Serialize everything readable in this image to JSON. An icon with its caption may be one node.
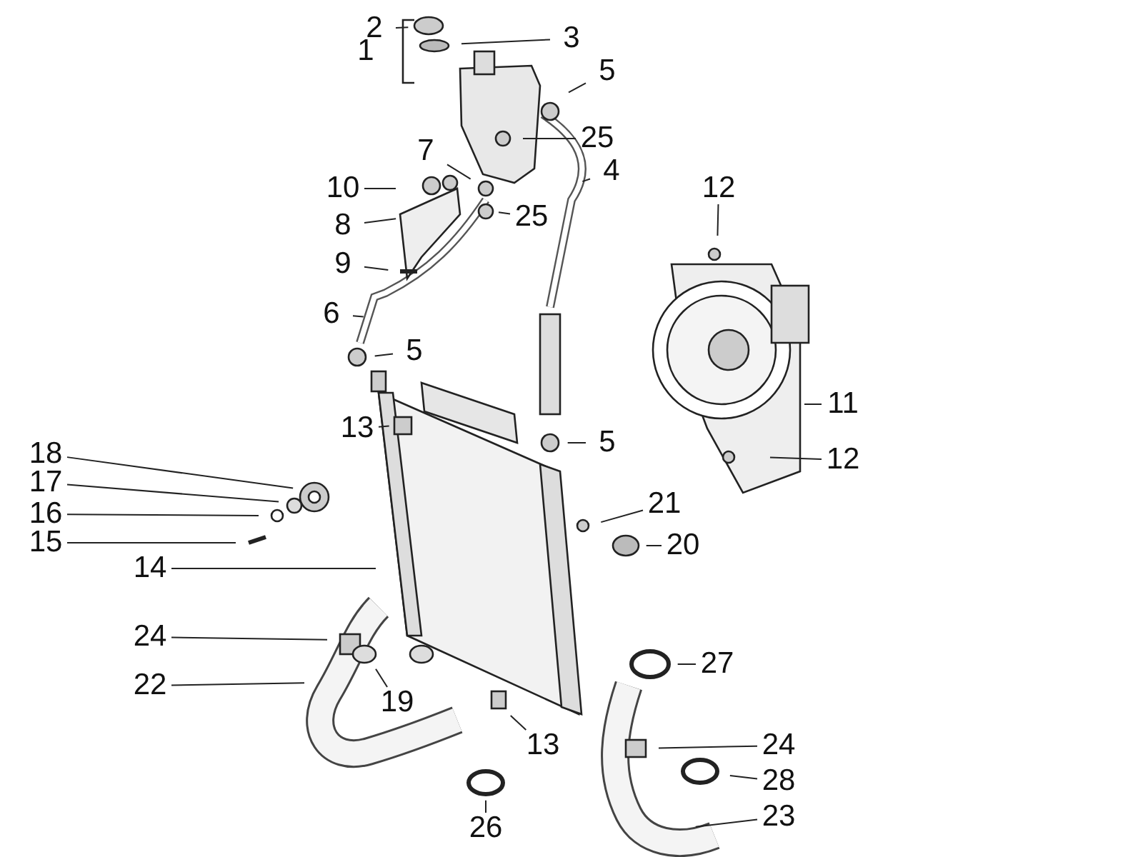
{
  "diagram": {
    "nodes": [
      {
        "text": [
          "2"
        ]
      },
      {
        "text": [
          "3"
        ]
      },
      {
        "text": [
          "5"
        ]
      },
      {
        "text": [
          "25"
        ]
      },
      {
        "text": [
          "4"
        ]
      },
      {
        "text": [
          "7"
        ]
      },
      {
        "text": [
          "25"
        ]
      },
      {
        "text": [
          "10"
        ]
      },
      {
        "text": [
          "8"
        ]
      },
      {
        "text": [
          "9"
        ]
      },
      {
        "text": [
          "6"
        ]
      },
      {
        "text": [
          "12"
        ]
      },
      {
        "text": [
          "5"
        ]
      },
      {
        "text": [
          "11"
        ]
      },
      {
        "text": [
          "13"
        ]
      },
      {
        "text": [
          "5"
        ]
      },
      {
        "text": [
          "12"
        ]
      },
      {
        "text": [
          "18"
        ]
      },
      {
        "text": [
          "17"
        ]
      },
      {
        "text": [
          "16"
        ]
      },
      {
        "text": [
          "15"
        ]
      },
      {
        "text": [
          "21"
        ]
      },
      {
        "text": [
          "20"
        ]
      },
      {
        "text": [
          "14"
        ]
      },
      {
        "text": [
          "24"
        ]
      },
      {
        "text": [
          "19"
        ]
      },
      {
        "text": [
          "22"
        ]
      },
      {
        "text": [
          "13"
        ]
      },
      {
        "text": [
          "27"
        ]
      },
      {
        "text": [
          "24"
        ]
      },
      {
        "text": [
          "28"
        ]
      },
      {
        "text": [
          "23"
        ]
      },
      {
        "text": [
          "26"
        ]
      }
    ],
    "edges": [
      {
        "from": 0,
        "to": null,
        "arrow": "none"
      },
      {
        "from": 1,
        "to": null,
        "arrow": "none"
      },
      {
        "from": 2,
        "to": null,
        "arrow": "none"
      },
      {
        "from": 3,
        "to": null,
        "arrow": "none"
      },
      {
        "from": 4,
        "to": null,
        "arrow": "none"
      },
      {
        "from": 5,
        "to": null,
        "arrow": "none"
      },
      {
        "from": 6,
        "to": null,
        "arrow": "none"
      },
      {
        "from": 7,
        "to": null,
        "arrow": "none"
      },
      {
        "from": 8,
        "to": null,
        "arrow": "none"
      },
      {
        "from": 9,
        "to": null,
        "arrow": "none"
      },
      {
        "from": 10,
        "to": null,
        "arrow": "none"
      },
      {
        "from": 11,
        "to": null,
        "arrow": "none"
      },
      {
        "from": 12,
        "to": null,
        "arrow": "none"
      },
      {
        "from": 13,
        "to": null,
        "arrow": "none"
      },
      {
        "from": 14,
        "to": null,
        "arrow": "none"
      },
      {
        "from": 15,
        "to": null,
        "arrow": "none"
      },
      {
        "from": 16,
        "to": null,
        "arrow": "none"
      },
      {
        "from": 17,
        "to": null,
        "arrow": "none"
      },
      {
        "from": 18,
        "to": null,
        "arrow": "none"
      },
      {
        "from": 19,
        "to": null,
        "arrow": "none"
      },
      {
        "from": 20,
        "to": null,
        "arrow": "none"
      },
      {
        "from": 21,
        "to": null,
        "arrow": "none"
      },
      {
        "from": 22,
        "to": null,
        "arrow": "none"
      },
      {
        "from": 23,
        "to": null,
        "arrow": "none"
      },
      {
        "from": 24,
        "to": null,
        "arrow": "none"
      },
      {
        "from": 25,
        "to": null,
        "arrow": "none"
      },
      {
        "from": 26,
        "to": null,
        "arrow": "none"
      },
      {
        "from": 27,
        "to": null,
        "arrow": "none"
      },
      {
        "from": 28,
        "to": null,
        "arrow": "none"
      },
      {
        "from": 29,
        "to": null,
        "arrow": "none"
      },
      {
        "from": 30,
        "to": null,
        "arrow": "none"
      },
      {
        "from": 31,
        "to": null,
        "arrow": "none"
      },
      {
        "from": 32,
        "to": null,
        "arrow": "none"
      }
    ],
    "labels": [
      "1"
    ]
  }
}
